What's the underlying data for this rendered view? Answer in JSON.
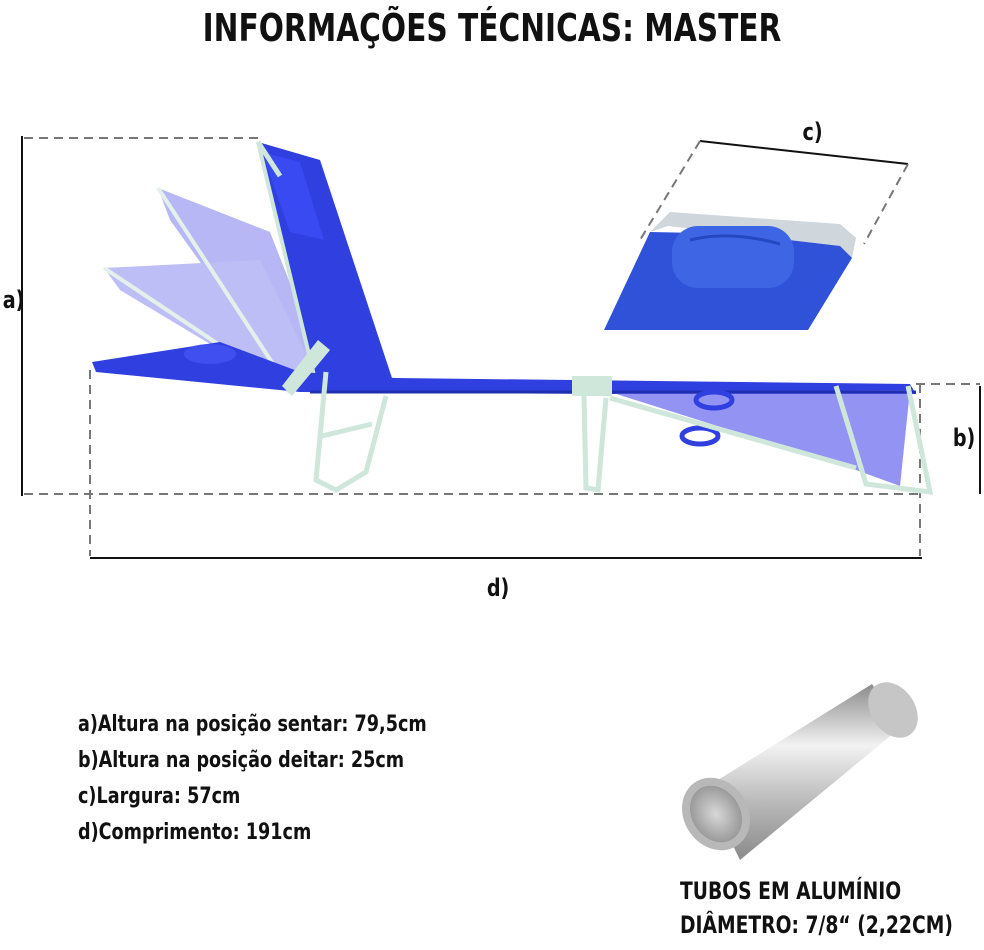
{
  "title": "INFORMAÇÕES TÉCNICAS: MASTER",
  "dimension_labels": {
    "a": "a)",
    "b": "b)",
    "c": "c)",
    "d": "d)"
  },
  "specs": [
    "a)Altura na posição sentar: 79,5cm",
    "b)Altura na posição deitar: 25cm",
    "c)Largura: 57cm",
    "d)Comprimento: 191cm"
  ],
  "tube": {
    "line1": "TUBOS EM ALUMÍNIO",
    "line2": "DIÂMETRO: 7/8“ (2,22CM)"
  },
  "colors": {
    "fabric": "#2f3fe0",
    "fabric_ghost": "#8a8af0",
    "frame": "#cfe6da",
    "dash": "#777777"
  }
}
